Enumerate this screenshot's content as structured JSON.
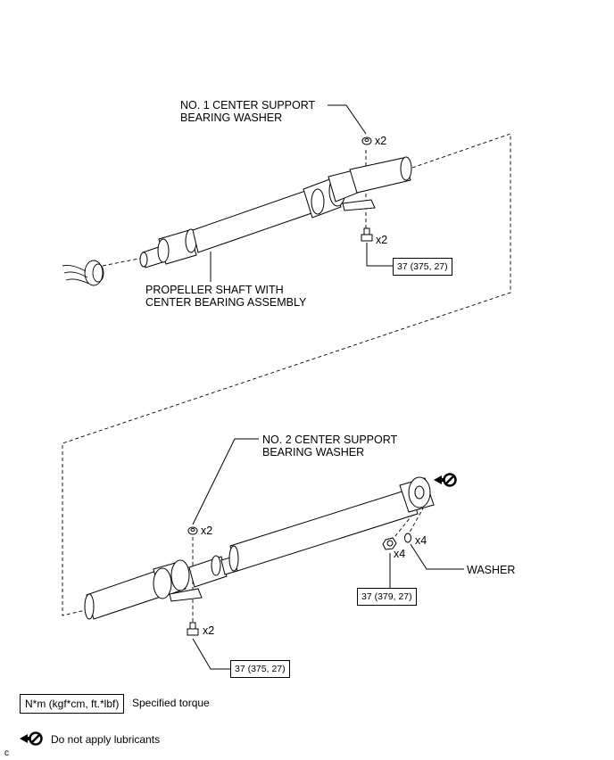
{
  "labels": {
    "washer1_line1": "NO. 1 CENTER SUPPORT",
    "washer1_line2": "BEARING WASHER",
    "shaft_line1": "PROPELLER SHAFT WITH",
    "shaft_line2": "CENTER BEARING ASSEMBLY",
    "washer2_line1": "NO. 2 CENTER SUPPORT",
    "washer2_line2": "BEARING WASHER",
    "washer": "WASHER"
  },
  "quantities": {
    "top_washer": "x2",
    "top_bolt": "x2",
    "bottom_washer": "x2",
    "bottom_bolt": "x2",
    "nut": "x4",
    "washer_small": "x4"
  },
  "torque": {
    "top": "37 (375, 27)",
    "nut": "37 (379, 27)",
    "bottom": "37 (375, 27)"
  },
  "legend": {
    "torque_unit": "N*m (kgf*cm, ft.*lbf)",
    "torque_desc": "Specified torque",
    "lubricant_desc": "Do not apply lubricants"
  },
  "corner_mark": "c",
  "icons": [
    "do-not-lubricate-icon"
  ]
}
